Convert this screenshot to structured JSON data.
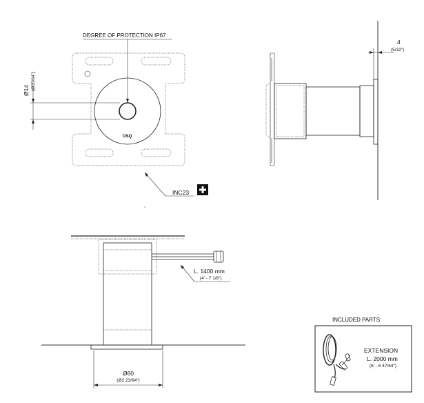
{
  "top_view": {
    "protection_label": "DEGREE OF PROTECTION IP67",
    "brand_mark": "OSQ",
    "hole_diameter": "Ø14",
    "hole_diameter_inch": "(Ø35/64\")",
    "accessory_label": "INC23",
    "accessory_icon": "plus-icon"
  },
  "side_view": {
    "thickness": "4",
    "thickness_inch": "(5/32\")"
  },
  "front_view": {
    "cable_length": "L. 1400 mm",
    "cable_length_inch": "(4' - 7 1/8\")",
    "body_diameter": "Ø60",
    "body_diameter_inch": "(Ø2 23/64\")"
  },
  "included_parts": {
    "title": "INCLUDED PARTS:",
    "item_name": "EXTENSION",
    "item_length": "L. 2000 mm",
    "item_length_inch": "(6' - 6 47/64\")"
  }
}
